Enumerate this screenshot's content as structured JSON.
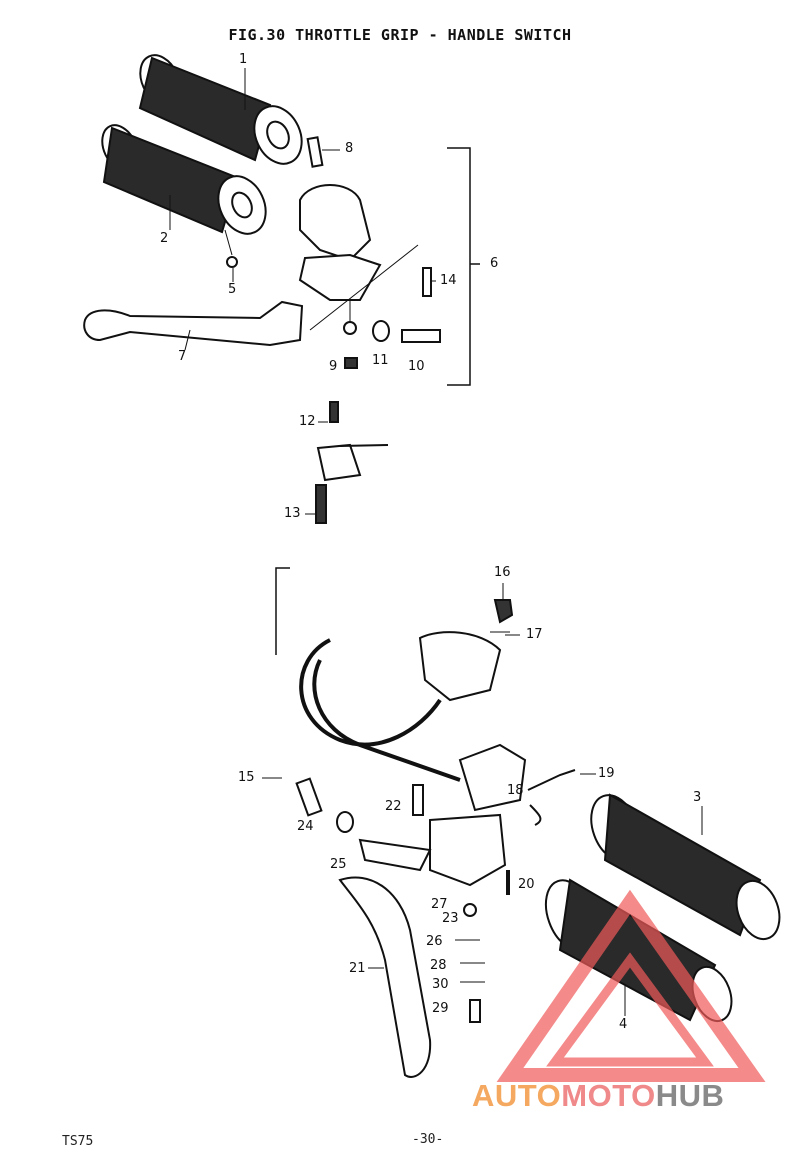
{
  "figure": {
    "title": "FIG.30  THROTTLE GRIP - HANDLE SWITCH"
  },
  "callouts": [
    {
      "id": "1",
      "text": "1"
    },
    {
      "id": "2",
      "text": "2"
    },
    {
      "id": "3",
      "text": "3"
    },
    {
      "id": "4",
      "text": "4"
    },
    {
      "id": "5",
      "text": "5"
    },
    {
      "id": "6",
      "text": "6"
    },
    {
      "id": "7",
      "text": "7"
    },
    {
      "id": "8",
      "text": "8"
    },
    {
      "id": "9",
      "text": "9"
    },
    {
      "id": "10",
      "text": "10"
    },
    {
      "id": "11",
      "text": "11"
    },
    {
      "id": "12",
      "text": "12"
    },
    {
      "id": "13",
      "text": "13"
    },
    {
      "id": "14",
      "text": "14"
    },
    {
      "id": "15",
      "text": "15"
    },
    {
      "id": "16",
      "text": "16"
    },
    {
      "id": "17",
      "text": "17"
    },
    {
      "id": "18",
      "text": "18"
    },
    {
      "id": "19",
      "text": "19"
    },
    {
      "id": "20",
      "text": "20"
    },
    {
      "id": "21",
      "text": "21"
    },
    {
      "id": "22",
      "text": "22"
    },
    {
      "id": "23",
      "text": "23"
    },
    {
      "id": "24",
      "text": "24"
    },
    {
      "id": "25",
      "text": "25"
    },
    {
      "id": "26",
      "text": "26"
    },
    {
      "id": "27",
      "text": "27"
    },
    {
      "id": "28",
      "text": "28"
    },
    {
      "id": "29",
      "text": "29"
    },
    {
      "id": "30",
      "text": "30"
    }
  ],
  "footer": {
    "model": "TS75",
    "page": "-30-"
  },
  "watermark": {
    "part1": "AUTO",
    "part2": "MOTO",
    "part3": "HUB",
    "color_auto": "#f4a860",
    "color_moto": "#f08a8a",
    "color_hub": "#8a8a8a",
    "triangle_color": "#f05a5a"
  }
}
